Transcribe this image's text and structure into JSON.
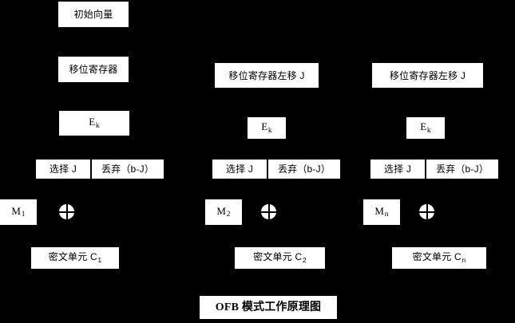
{
  "diagram": {
    "title": "OFB 模式工作原理图",
    "background_color": "#000000",
    "box_color": "#ffffff",
    "text_color": "#000000"
  },
  "column1": {
    "iv": "初始向量",
    "shift_register": "移位寄存器",
    "cipher": "E",
    "cipher_sub": "k",
    "select": "选择 J",
    "discard": "丢弃（b-J）",
    "plaintext": "M",
    "plaintext_sub": "1",
    "xor": "xor-operator",
    "ciphertext": "密文单元 C",
    "ciphertext_sub": "1"
  },
  "column2": {
    "shift_register": "移位寄存器左移 J",
    "cipher": "E",
    "cipher_sub": "k",
    "select": "选择 J",
    "discard": "丢弃（b-J）",
    "plaintext": "M",
    "plaintext_sub": "2",
    "xor": "xor-operator",
    "ciphertext": "密文单元 C",
    "ciphertext_sub": "2"
  },
  "column3": {
    "shift_register": "移位寄存器左移 J",
    "cipher": "E",
    "cipher_sub": "k",
    "select": "选择 J",
    "discard": "丢弃（b-J）",
    "plaintext": "M",
    "plaintext_sub": "n",
    "xor": "xor-operator",
    "ciphertext": "密文单元 C",
    "ciphertext_sub": "n"
  }
}
